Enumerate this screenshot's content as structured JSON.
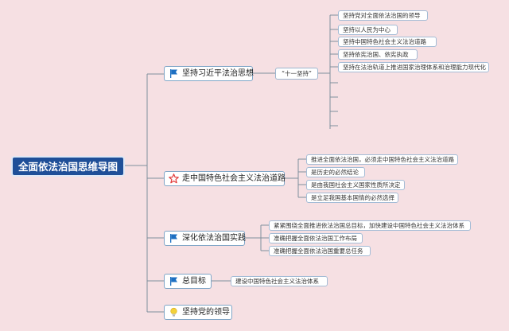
{
  "root": "全面依法治国思维导图",
  "branches": {
    "b1": {
      "label": "坚持习近平法治思想",
      "icon": "flag-icon",
      "sub": "“十一坚持”",
      "leaves": [
        "坚持党对全面依法治国的领导",
        "坚持以人民为中心",
        "坚持中国特色社会主义法治道路",
        "坚持依宪治国、依宪执政",
        "坚持在法治轨道上推进国家治理体系和治理能力现代化"
      ]
    },
    "b2": {
      "label": "走中国特色社会主义法治道路",
      "icon": "star-icon",
      "leaves": [
        "推进全面依法治国，必须走中国特色社会主义法治道路",
        "是历史的必然结论",
        "是由我国社会主义国家性质所决定",
        "是立足我国基本国情的必然选择"
      ]
    },
    "b3": {
      "label": "深化依法治国实践",
      "icon": "flag-icon",
      "leaves": [
        "紧紧围绕全面推进依法治国总目标，加快建设中国特色社会主义法治体系",
        "准确把握全面依法治国工作布局",
        "准确把握全面依法治国重要总任务"
      ]
    },
    "b4": {
      "label": "总目标",
      "icon": "flag-icon",
      "leaves": [
        "建设中国特色社会主义法治体系"
      ]
    },
    "b5": {
      "label": "坚持党的领导",
      "icon": "lightbulb-icon"
    }
  },
  "colors": {
    "background": "#f6e0e3",
    "root_fill": "#1f4f98",
    "flag": "#1d6fc2",
    "star": "#e23a3a",
    "bulb": "#f3d13a",
    "connector": "#7f8f9c"
  }
}
